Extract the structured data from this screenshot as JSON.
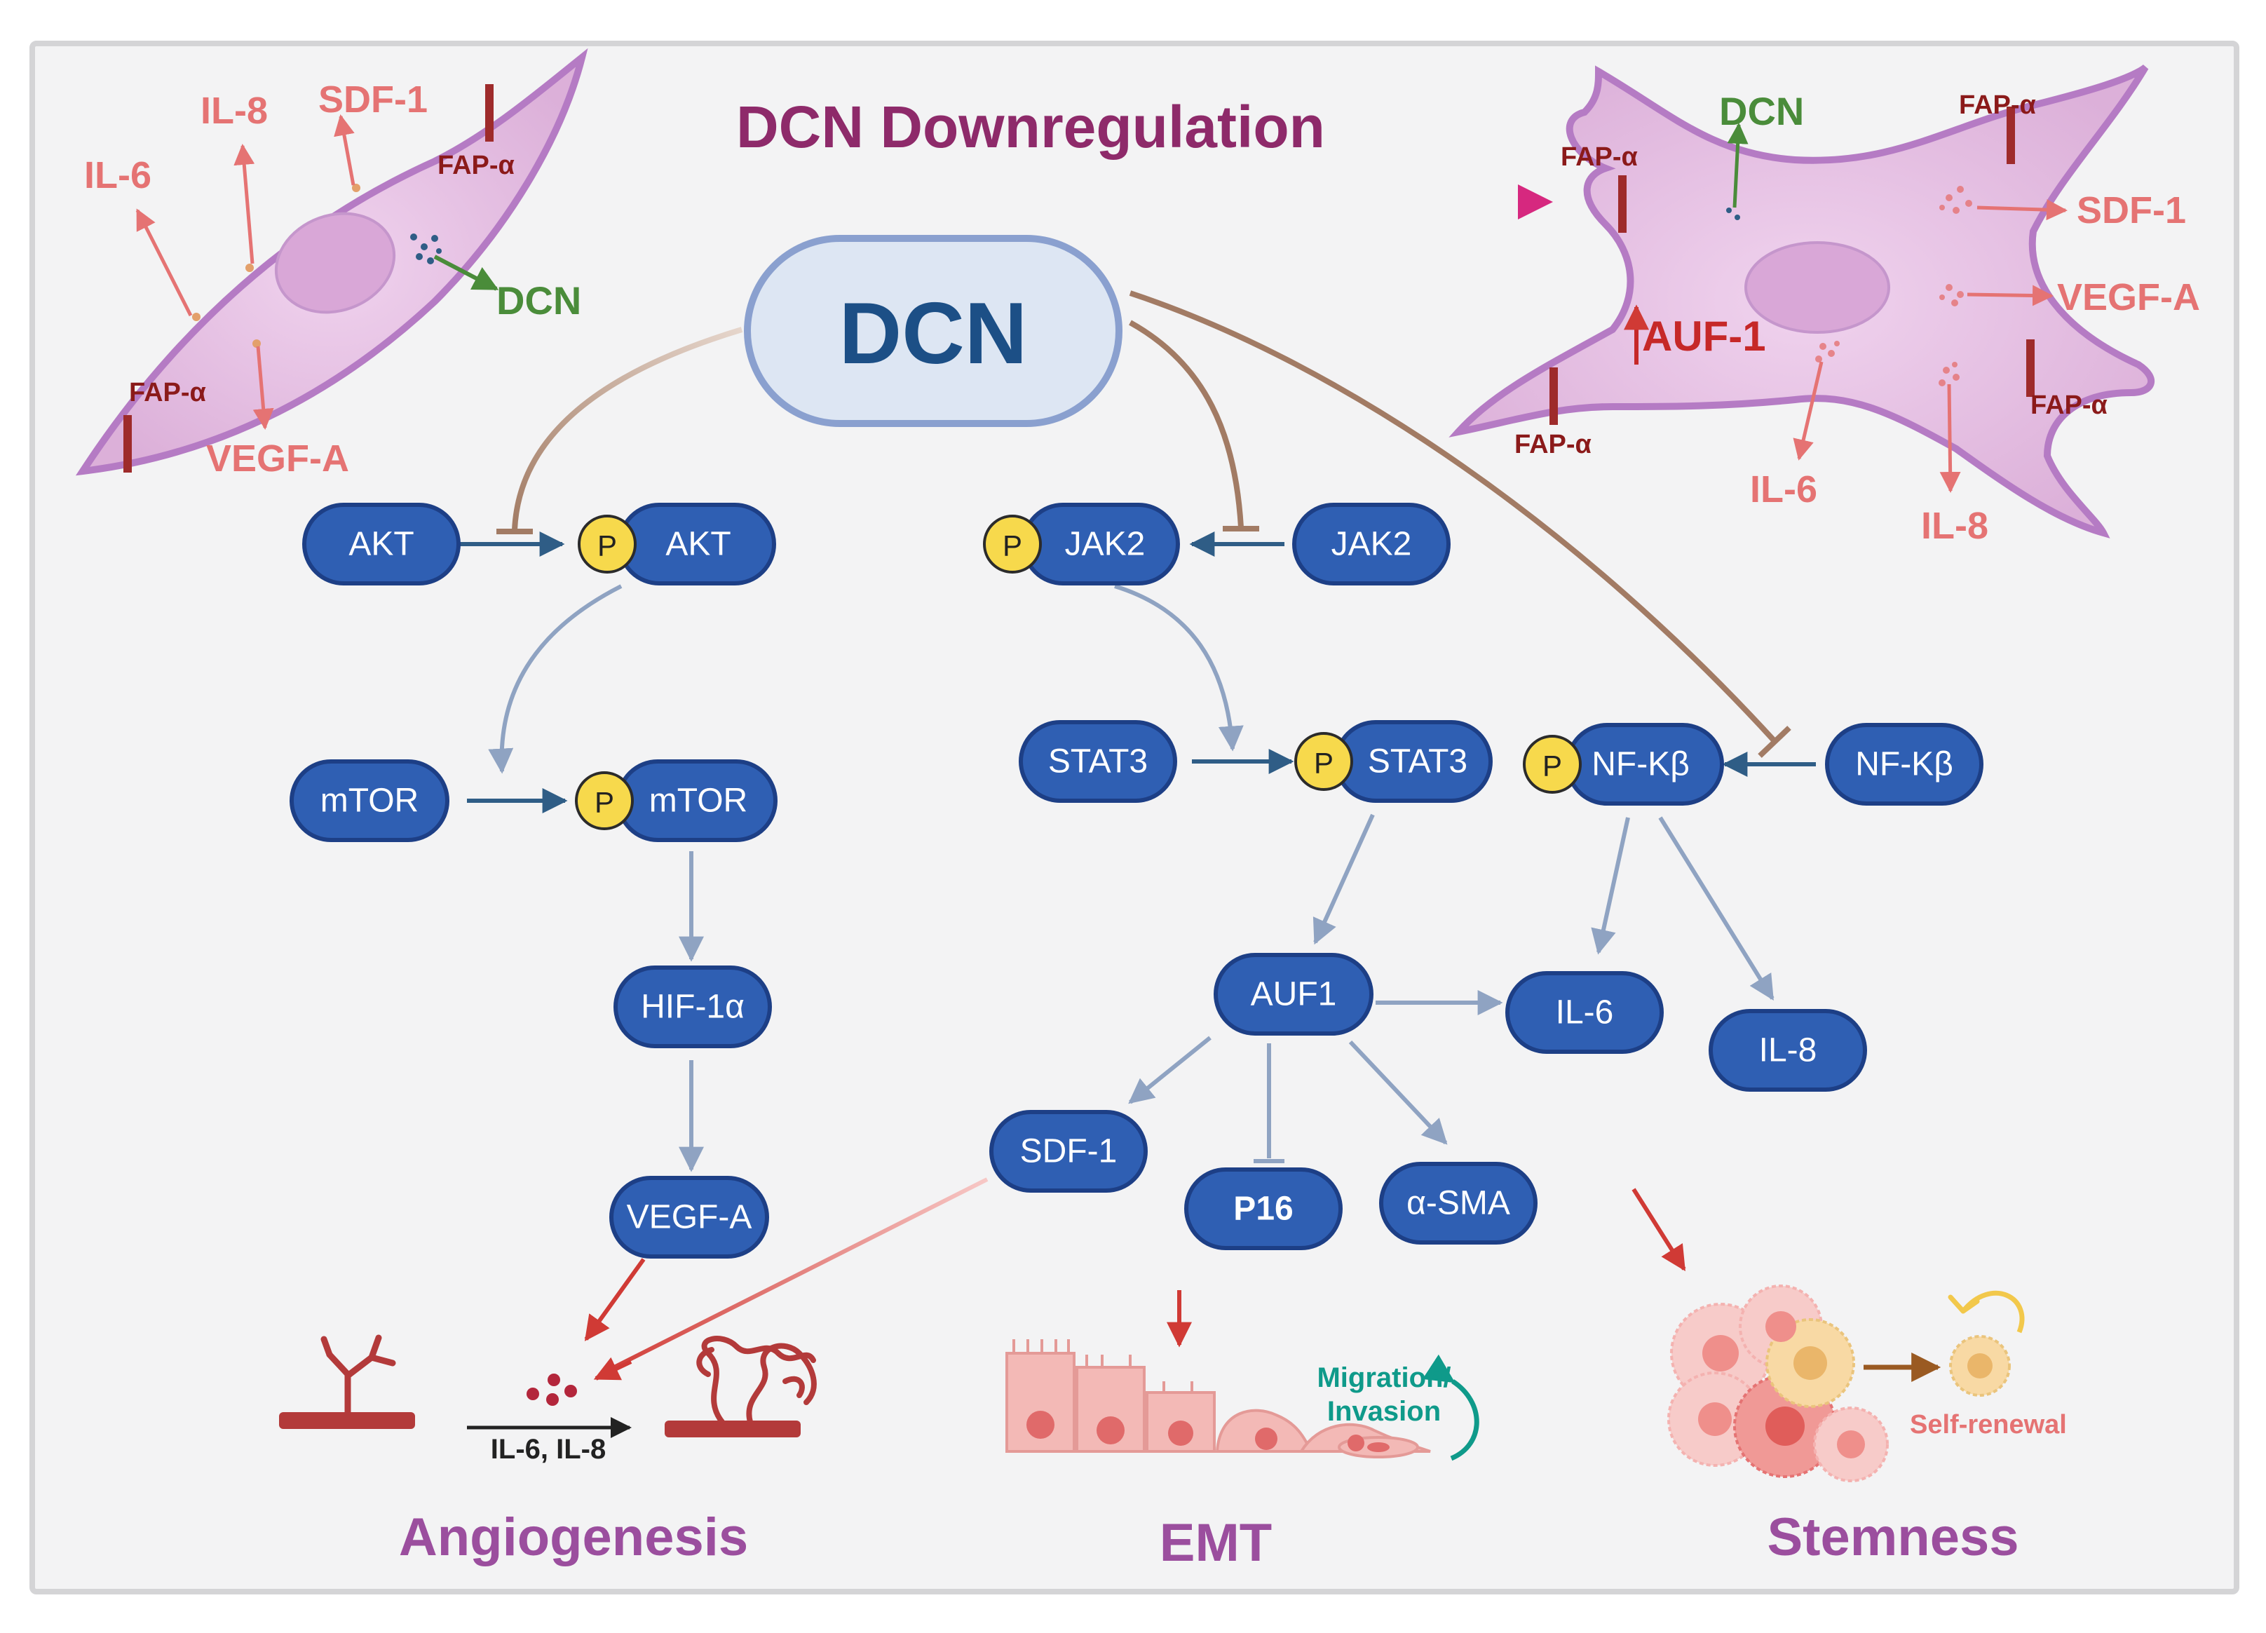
{
  "title": "DCN Downregulation",
  "hub": "DCN",
  "left_cell": {
    "il6": "IL-6",
    "il8": "IL-8",
    "sdf1": "SDF-1",
    "fap_top": "FAP-α",
    "dcn": "DCN",
    "fap_left": "FAP-α",
    "vegfa": "VEGF-A"
  },
  "right_cell": {
    "dcn": "DCN",
    "fap_tl": "FAP-α",
    "fap_tr": "FAP-α",
    "sdf1": "SDF-1",
    "vegfa": "VEGF-A",
    "auf1": "AUF-1",
    "fap_bl": "FAP-α",
    "fap_br": "FAP-α",
    "il6": "IL-6",
    "il8": "IL-8"
  },
  "nodes": {
    "akt": "AKT",
    "p_akt": "AKT",
    "jak2_p": "JAK2",
    "jak2": "JAK2",
    "mtor": "mTOR",
    "p_mtor": "mTOR",
    "stat3": "STAT3",
    "p_stat3": "STAT3",
    "p_nfkb": "NF-Kβ",
    "nfkb": "NF-Kβ",
    "hif1a": "HIF-1α",
    "auf1": "AUF1",
    "il6": "IL-6",
    "il8": "IL-8",
    "vegfa": "VEGF-A",
    "sdf1": "SDF-1",
    "p16": "P16",
    "asma": "α-SMA",
    "phospho": "P"
  },
  "bottom": {
    "il_label": "IL-6, IL-8",
    "migration": "Migration/",
    "invasion": "Invasion",
    "self_renewal": "Self-renewal",
    "angiogenesis": "Angiogenesis",
    "emt": "EMT",
    "stemness": "Stemness"
  },
  "colors": {
    "pill": "#2f5fb3",
    "pill_edge": "#1d3f86",
    "phospho": "#f7d94c",
    "cell": "#e3b9e0",
    "cell_edge": "#b57bc4",
    "section": "#9b4e9e",
    "arrow_blue": "#2f5d86",
    "arrow_grey": "#8fa3c2",
    "inhibit_brown": "#a27b64",
    "red_arrow": "#d03a35",
    "pink_label": "#e57373"
  }
}
